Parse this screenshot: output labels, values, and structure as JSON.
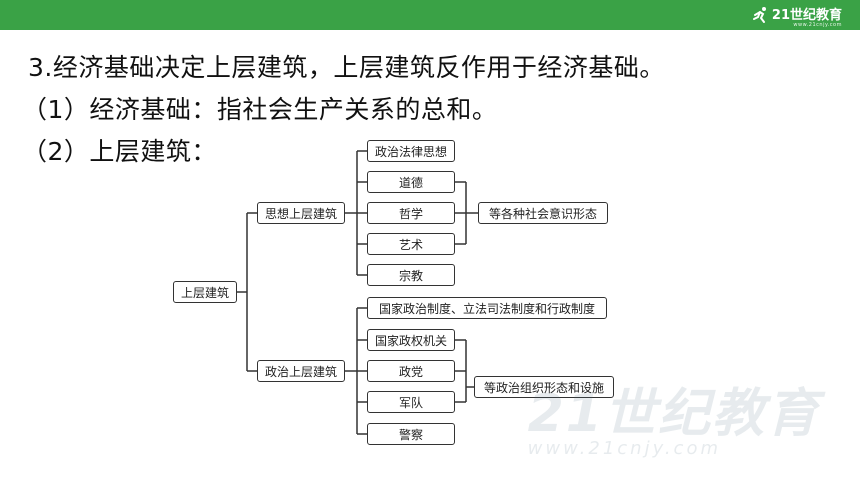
{
  "header": {
    "logo_text": "21世纪教育",
    "logo_url": "www.21cnjy.com"
  },
  "content": {
    "line1": "3.经济基础决定上层建筑，上层建筑反作用于经济基础。",
    "line2": "（1）经济基础：指社会生产关系的总和。",
    "line3": "（2）上层建筑："
  },
  "diagram": {
    "root": "上层建筑",
    "ideological": {
      "label": "思想上层建筑",
      "items": [
        "政治法律思想",
        "道德",
        "哲学",
        "艺术",
        "宗教"
      ],
      "summary": "等各种社会意识形态"
    },
    "political": {
      "label": "政治上层建筑",
      "items": [
        "国家政治制度、立法司法制度和行政制度",
        "国家政权机关",
        "政党",
        "军队",
        "警察"
      ],
      "summary": "等政治组织形态和设施"
    }
  },
  "watermark": {
    "brand": "21世纪教育",
    "url": "www.21cnjy.com"
  },
  "colors": {
    "header_green": "#3aa246",
    "text": "#111111",
    "box_border": "#333333"
  }
}
